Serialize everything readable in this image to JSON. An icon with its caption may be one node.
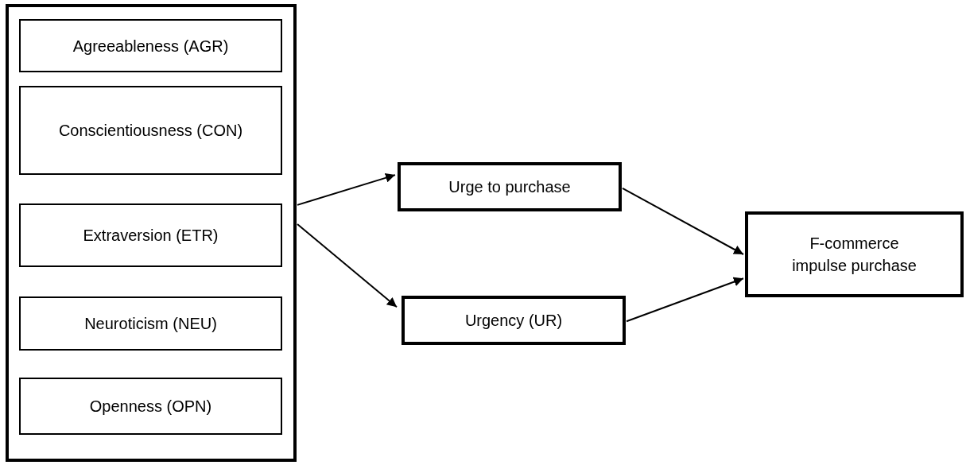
{
  "diagram": {
    "nodes": [
      {
        "text": [],
        "shape": "box"
      },
      {
        "text": [
          "Agreeableness (AGR)"
        ],
        "in": 0
      },
      {
        "text": [
          "Conscientiousness (CON)"
        ],
        "in": 0
      },
      {
        "text": [
          "Extraversion (ETR)"
        ],
        "in": 0
      },
      {
        "text": [
          "Neuroticism (NEU)"
        ],
        "in": 0
      },
      {
        "text": [
          "Openness (OPN)"
        ],
        "in": 0
      },
      {
        "text": [
          "Urge to purchase"
        ]
      },
      {
        "text": [
          "Urgency (UR)"
        ]
      },
      {
        "text": [
          "F-commerce impulse purchase"
        ]
      }
    ],
    "edges": [
      {
        "from": 0,
        "to": 6,
        "arrow": "to"
      },
      {
        "from": 0,
        "to": 7,
        "arrow": "to"
      },
      {
        "from": 6,
        "to": 8,
        "arrow": "to"
      },
      {
        "from": 7,
        "to": 8,
        "arrow": "to"
      }
    ]
  }
}
